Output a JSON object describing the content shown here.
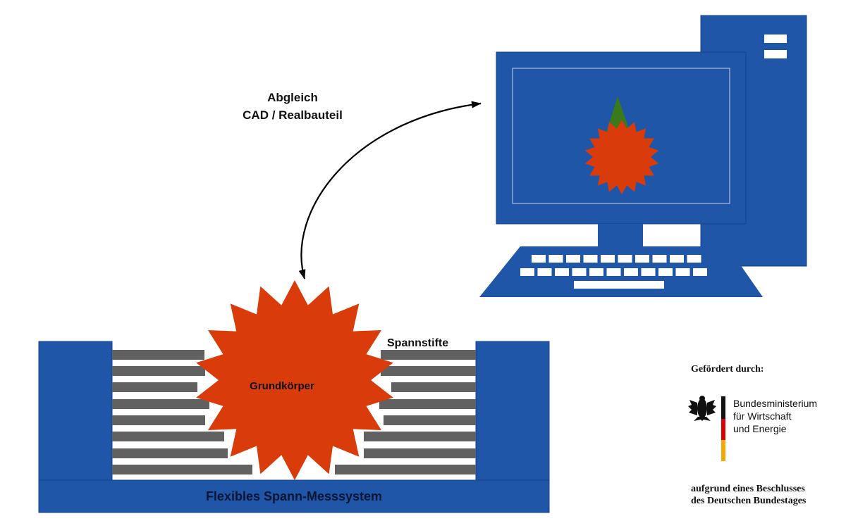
{
  "colors": {
    "blue": "#1f56a8",
    "blue_edge": "#14408a",
    "pin": "#616161",
    "star": "#d93b0b",
    "green": "#3a7a1d",
    "key": "#ffffff",
    "flag_black": "#111111",
    "flag_red": "#dd0000",
    "flag_gold": "#f5a800"
  },
  "icons": {
    "eagle": "federal-eagle-icon",
    "arrow": "double-headed-arc-arrow-icon",
    "computer": "desktop-computer-icon"
  },
  "labels": {
    "abgleich_line1": "Abgleich",
    "abgleich_line2": "CAD / Realbauteil",
    "spannstifte": "Spannstifte",
    "grundkoerper": "Grundkörper",
    "spannsystem": "Flexibles Spann-Messsystem"
  },
  "funding": {
    "heading": "Gefördert durch:",
    "ministry_line1": "Bundesministerium",
    "ministry_line2": "für Wirtschaft",
    "ministry_line3": "und Energie",
    "resolution_line1": "aufgrund eines Beschlusses",
    "resolution_line2": "des Deutschen Bundestages"
  }
}
